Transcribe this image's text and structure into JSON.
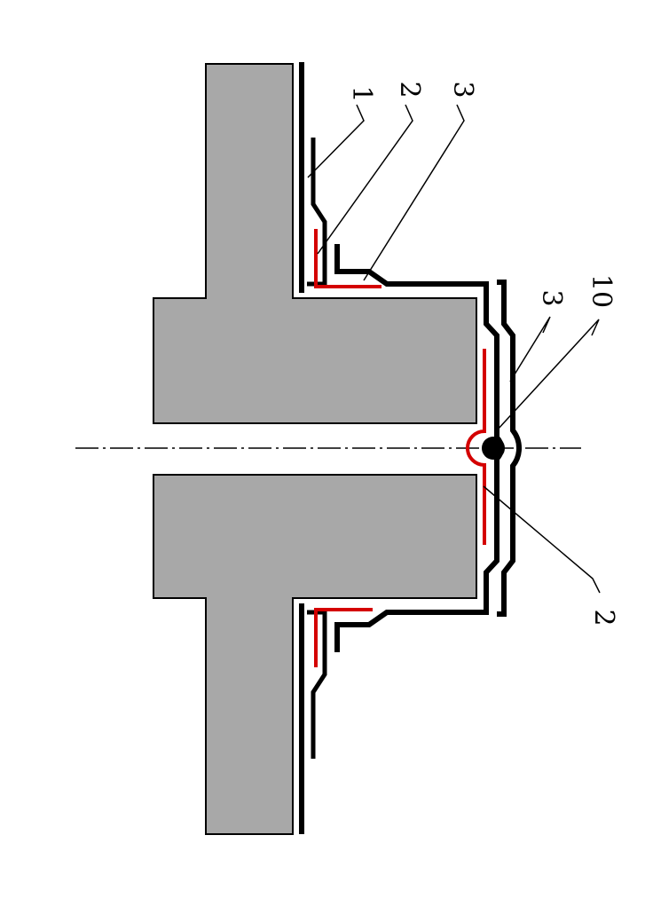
{
  "callouts": {
    "c1": "1",
    "c2_top": "2",
    "c3_top": "3",
    "c10": "10",
    "c3_right": "3",
    "c2_bottom": "2"
  },
  "colors": {
    "part_fill": "#a8a8a8",
    "outline": "#000000",
    "red_layer": "#d40000",
    "background": "#ffffff"
  }
}
